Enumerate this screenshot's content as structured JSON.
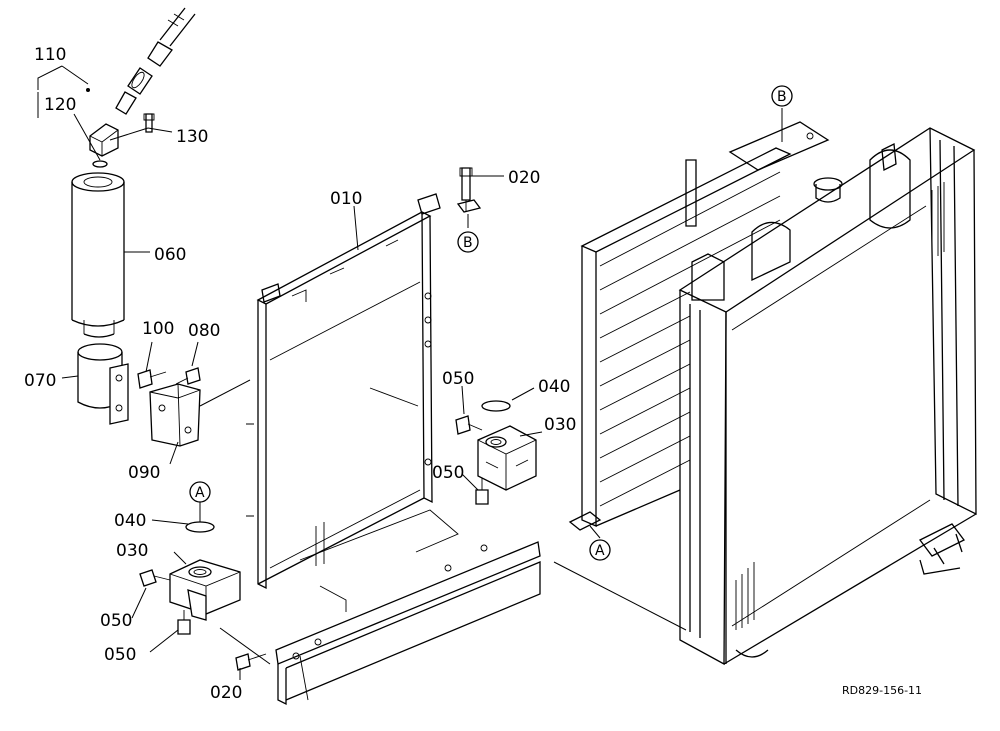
{
  "parts": {
    "p110": "110",
    "p120": "120",
    "p130": "130",
    "p060": "060",
    "p070": "070",
    "p100": "100",
    "p080": "080",
    "p090": "090",
    "p010": "010",
    "p020_top": "020",
    "p020_bottom": "020",
    "p050_right_upper": "050",
    "p050_right_lower": "050",
    "p040_right": "040",
    "p030_right": "030",
    "p040_left": "040",
    "p030_left": "030",
    "p050_left_upper": "050",
    "p050_left_lower": "050"
  },
  "references": {
    "a_left": "A",
    "a_radiator": "A",
    "b_bracket": "B",
    "b_radiator": "B"
  },
  "drawing_code": "RD829-156-11"
}
